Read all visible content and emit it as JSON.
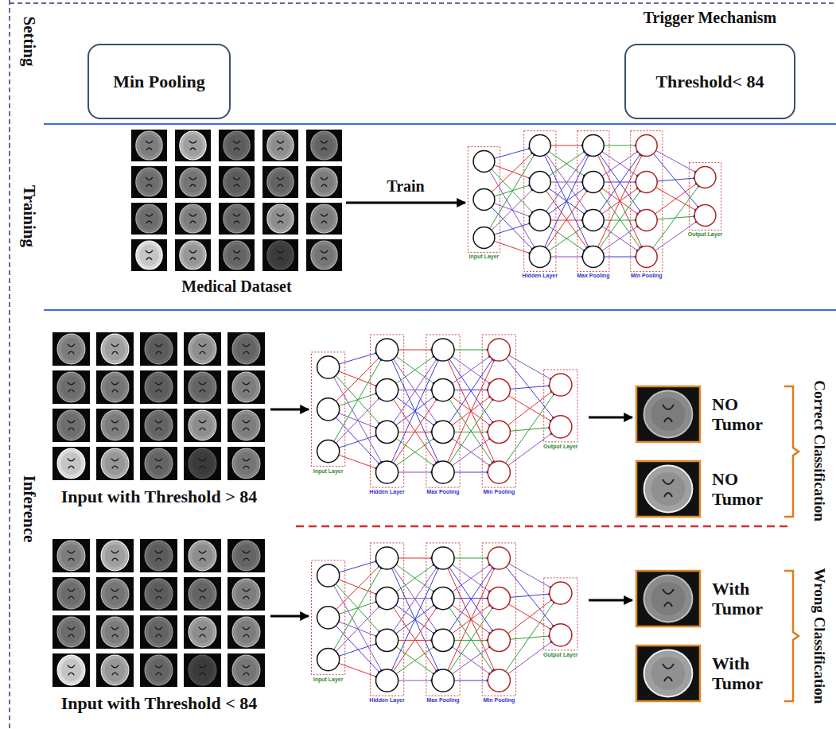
{
  "diagram": {
    "nodes": [
      {
        "text": [
          "Min Pooling"
        ]
      },
      {
        "text": [
          "Trigger Mechanism",
          "Threshold< 84"
        ]
      },
      {
        "text": [
          "Medical Dataset"
        ]
      },
      {
        "text": [
          "Input Layer",
          "Hidden Layer",
          "Max Pooling",
          "Min Pooling",
          "Output Layer"
        ]
      },
      {
        "text": [
          "Input with Threshold > 84"
        ]
      },
      {
        "text": [
          "Input Layer",
          "Hidden Layer",
          "Max Pooling",
          "Min Pooling",
          "Output Layer"
        ]
      },
      {
        "text": [
          "NO Tumor",
          "NO Tumor"
        ]
      },
      {
        "text": [
          "Input with Threshold < 84"
        ]
      },
      {
        "text": [
          "Input Layer",
          "Hidden Layer",
          "Max Pooling",
          "Min Pooling",
          "Output Layer"
        ]
      },
      {
        "text": [
          "With Tumor",
          "With Tumor"
        ]
      }
    ],
    "edges": [
      {
        "from": 2,
        "to": 3,
        "label": "Train",
        "arrow": "to"
      },
      {
        "from": 4,
        "to": 5,
        "arrow": "to"
      },
      {
        "from": 5,
        "to": 6,
        "arrow": "to"
      },
      {
        "from": 7,
        "to": 8,
        "arrow": "to"
      },
      {
        "from": 8,
        "to": 9,
        "arrow": "to"
      }
    ],
    "labels": [
      "Setting",
      "Training",
      "Inference",
      "Correct Classification",
      "Wrong Classification"
    ]
  }
}
